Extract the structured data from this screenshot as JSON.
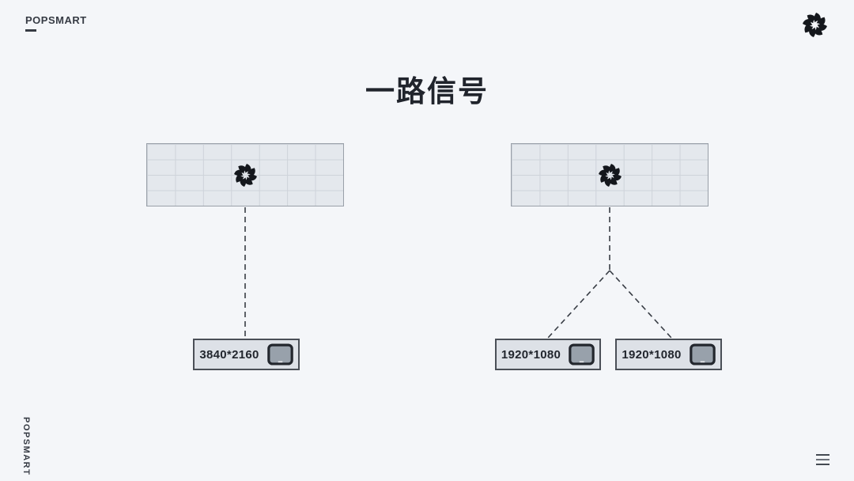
{
  "header": {
    "brand": "POPSMART",
    "logo_icon": "pinwheel-icon"
  },
  "title": "一路信号",
  "diagram": {
    "panels": [
      {
        "id": "led-panel-left",
        "grid_columns": 7,
        "grid_rows": 4,
        "center_icon": "pinwheel-icon"
      },
      {
        "id": "led-panel-right",
        "grid_columns": 7,
        "grid_rows": 4,
        "center_icon": "pinwheel-icon"
      }
    ],
    "outputs": [
      {
        "label": "3840*2160",
        "icon": "monitor-icon"
      },
      {
        "label": "1920*1080",
        "icon": "monitor-icon"
      },
      {
        "label": "1920*1080",
        "icon": "monitor-icon"
      }
    ],
    "connections": [
      {
        "from": "led-panel-left",
        "to": [
          "3840*2160"
        ],
        "style": "dashed"
      },
      {
        "from": "led-panel-right",
        "to": [
          "1920*1080",
          "1920*1080"
        ],
        "style": "dashed"
      }
    ]
  },
  "footer": {
    "brand": "POPSMART",
    "menu_icon": "hamburger-menu-icon"
  },
  "colors": {
    "background": "#f4f6f9",
    "panel_fill": "#e4e8ed",
    "panel_grid_line": "#ced3da",
    "panel_border": "#99a0a9",
    "box_fill": "#dde1e7",
    "box_border": "#4a4f57",
    "text": "#22262e",
    "connector": "#383d45",
    "logo": "#14171c"
  }
}
